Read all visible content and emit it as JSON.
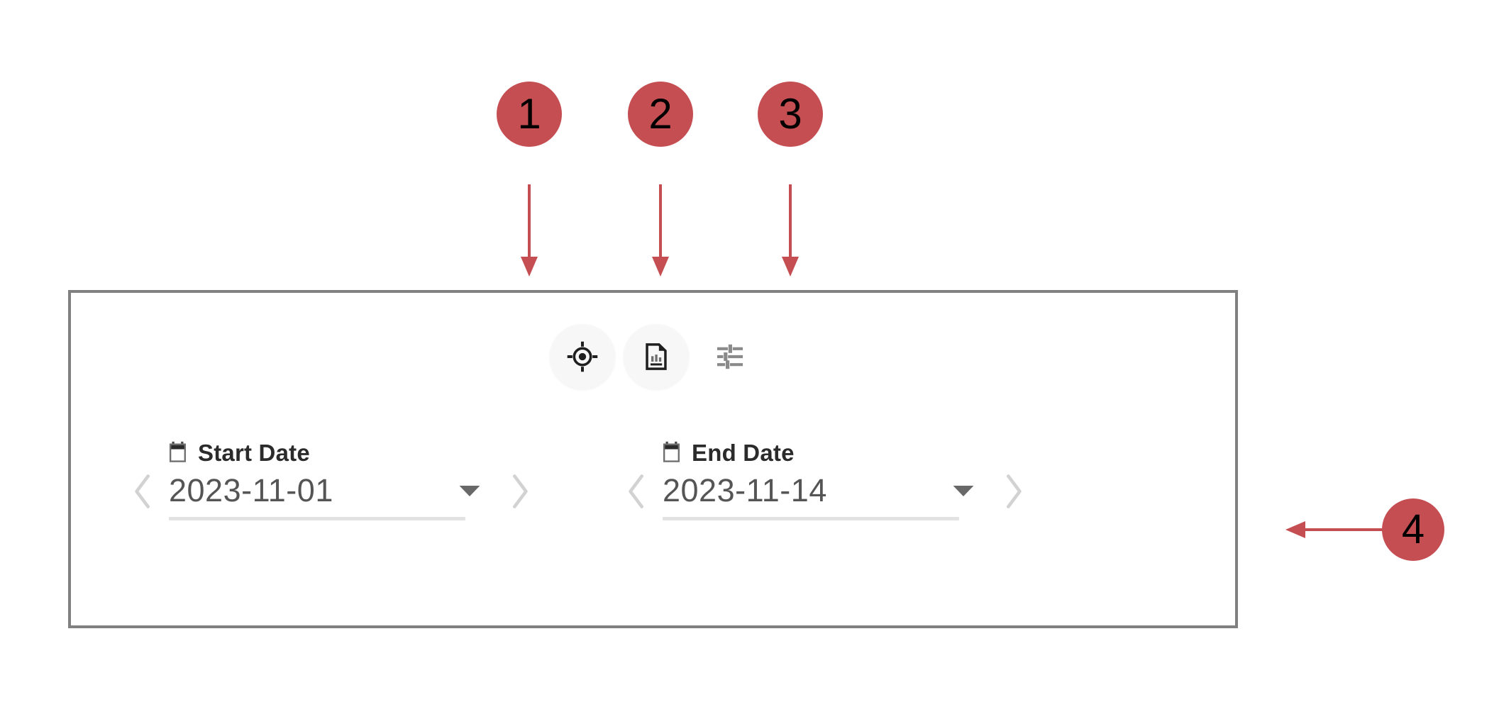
{
  "annotations": [
    {
      "id": "annotation-marker-1",
      "label": "1",
      "points_to": "location-target-button"
    },
    {
      "id": "annotation-marker-2",
      "label": "2",
      "points_to": "report-document-button"
    },
    {
      "id": "annotation-marker-3",
      "label": "3",
      "points_to": "filter-tune-button"
    },
    {
      "id": "annotation-marker-4",
      "label": "4",
      "points_to": "date-range-panel"
    }
  ],
  "annotation_color": "#c44e52",
  "panel": {
    "border_color": "#808080",
    "toolbar": {
      "buttons": [
        {
          "name": "location-target-button",
          "icon": "gps-target-icon",
          "hovered": true
        },
        {
          "name": "report-document-button",
          "icon": "document-chart-icon",
          "hovered": true
        },
        {
          "name": "filter-tune-button",
          "icon": "tune-sliders-icon",
          "hovered": false
        }
      ]
    },
    "date_pickers": [
      {
        "name": "start-date-picker",
        "label": "Start Date",
        "value": "2023-11-01",
        "icon": "calendar-icon",
        "prev_icon": "chevron-left-icon",
        "next_icon": "chevron-right-icon",
        "dropdown_icon": "caret-down-icon"
      },
      {
        "name": "end-date-picker",
        "label": "End Date",
        "value": "2023-11-14",
        "icon": "calendar-icon",
        "prev_icon": "chevron-left-icon",
        "next_icon": "chevron-right-icon",
        "dropdown_icon": "caret-down-icon"
      }
    ]
  }
}
